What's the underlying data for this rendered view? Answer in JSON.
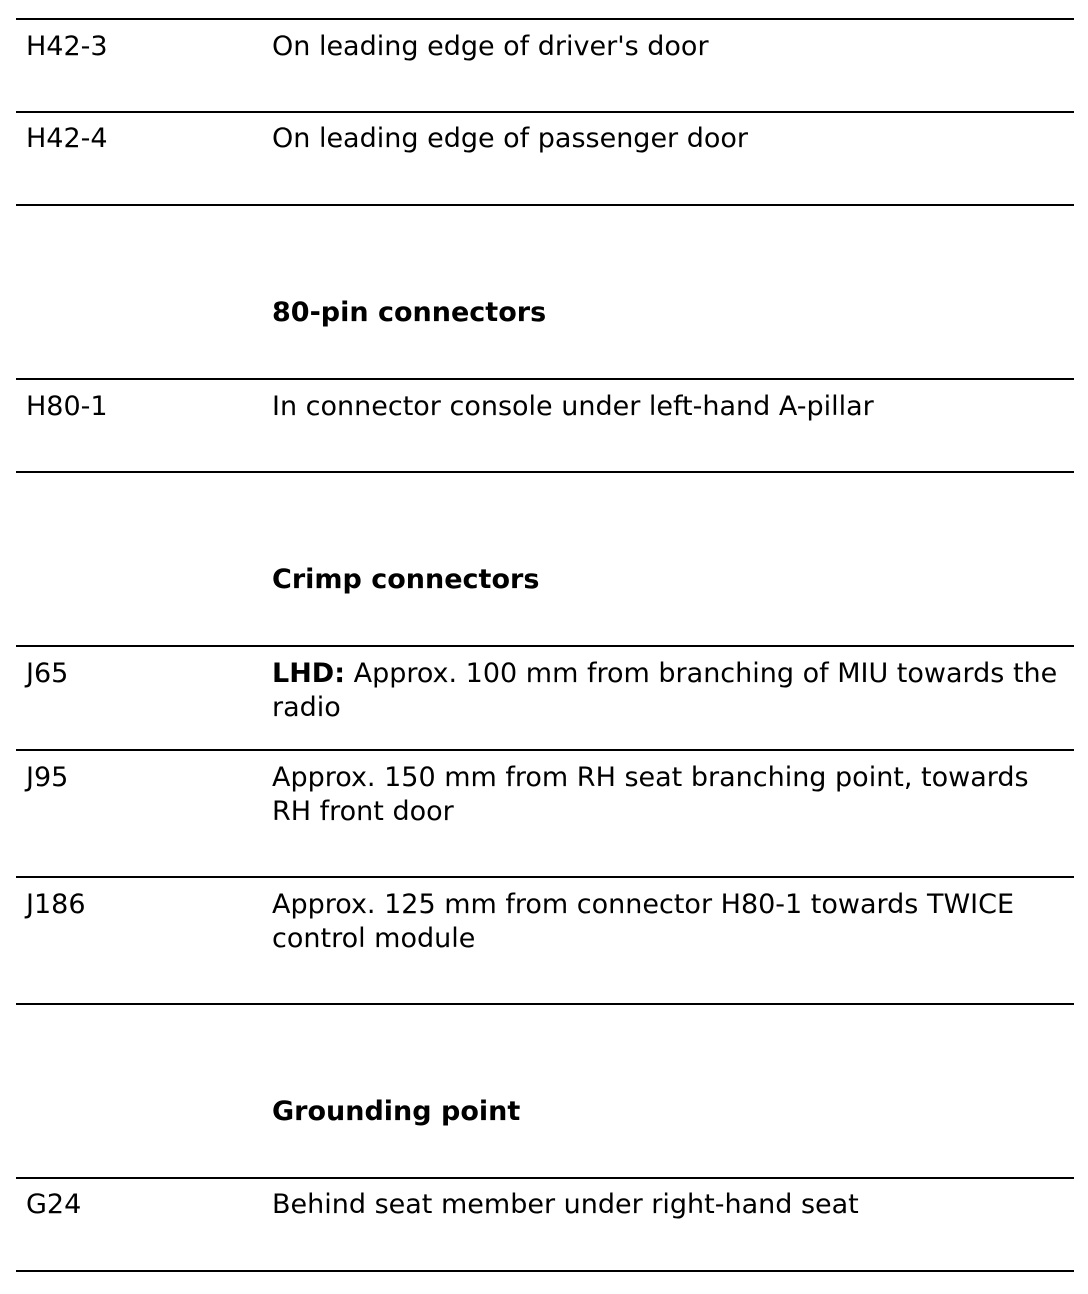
{
  "rows_group_1": [
    {
      "code": "H42-3",
      "desc": "On leading edge of driver's door"
    },
    {
      "code": "H42-4",
      "desc": "On leading edge of passenger door"
    }
  ],
  "section_80pin": {
    "heading": "80-pin connectors",
    "rows": [
      {
        "code": "H80-1",
        "desc": "In connector console under left-hand A-pillar"
      }
    ]
  },
  "section_crimp": {
    "heading": "Crimp connectors",
    "rows": [
      {
        "code": "J65",
        "prefix": "LHD:",
        "desc": " Approx. 100 mm from branching of MIU towards the radio"
      },
      {
        "code": "J95",
        "desc": "Approx. 150 mm from RH seat branching point, towards RH front door"
      },
      {
        "code": "J186",
        "desc": "Approx. 125 mm from connector H80-1 towards TWICE control module"
      }
    ]
  },
  "section_ground": {
    "heading": "Grounding point",
    "rows": [
      {
        "code": "G24",
        "desc": "Behind seat member under right-hand seat"
      }
    ]
  }
}
